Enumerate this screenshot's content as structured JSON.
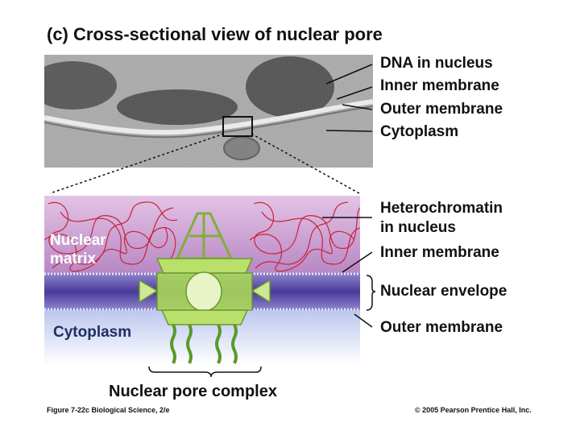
{
  "title": "(c) Cross-sectional view of nuclear pore",
  "micrograph": {
    "labels": [
      "DNA in nucleus",
      "Inner membrane",
      "Outer membrane",
      "Cytoplasm"
    ]
  },
  "diagram": {
    "inside_labels": {
      "nuclear_matrix_1": "Nuclear",
      "nuclear_matrix_2": "matrix",
      "cytoplasm": "Cytoplasm"
    },
    "right_labels": {
      "heterochromatin_1": "Heterochromatin",
      "heterochromatin_2": "in nucleus",
      "inner_membrane": "Inner membrane",
      "nuclear_envelope": "Nuclear envelope",
      "outer_membrane": "Outer membrane"
    },
    "pore_label": "Nuclear pore complex"
  },
  "footer": {
    "figure": "Figure 7-22c  Biological Science, 2/e",
    "copyright": "© 2005 Pearson Prentice Hall, Inc."
  },
  "colors": {
    "chromatin": "#c8233a",
    "matrix": "#c79ad0",
    "membrane": "#5b4aa8",
    "cytoplasm": "#c9d3ef",
    "pore": "#a9d65a"
  }
}
